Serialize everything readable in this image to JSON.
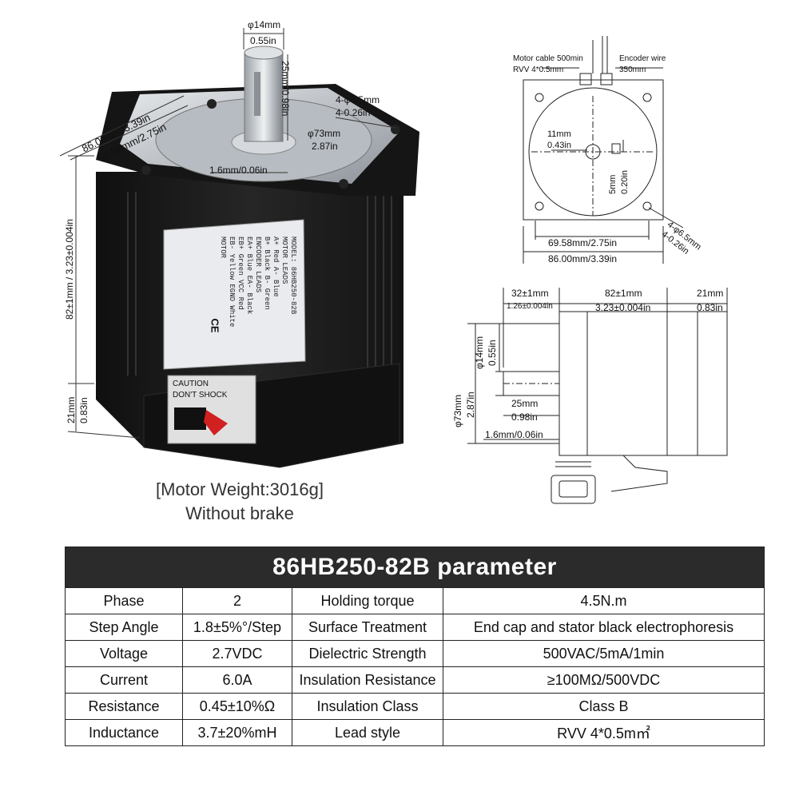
{
  "photo": {
    "dims": {
      "shaft_d_mm": "φ14mm",
      "shaft_d_in": "0.55in",
      "shaft_len": "25mm/0.98in",
      "holes_mm": "4-φ6.5mm",
      "holes_in": "4-0.26in",
      "flange_a": "86.00mm/3.39in",
      "flange_b": "69.58mm/2.75in",
      "pilot_mm": "φ73mm",
      "pilot_in": "2.87in",
      "boss": "1.6mm/0.06in",
      "body_len": "82±1mm / 3.23±0.004in",
      "rear_mm": "21mm",
      "rear_in": "0.83in"
    },
    "label_lines": [
      "MODEL: 86HB250-82B",
      "MOTOR LEADS",
      "A+ Red    A- Blue",
      "B+ Black  B- Green",
      "ENCODER LEADS",
      "EA+ Blue  EA- Black",
      "EB+ Green VCC Red",
      "EB- Yellow EGND White",
      "MOTOR"
    ],
    "ce_mark": "CE",
    "caution": [
      "CAUTION",
      "DON'T SHOCK"
    ]
  },
  "caption": {
    "line1": "[Motor Weight:3016g]",
    "line2": "Without brake"
  },
  "front_view": {
    "motor_cable_1": "Motor cable 500min",
    "motor_cable_2": "RVV 4*0.5mm",
    "encoder_1": "Encoder wire",
    "encoder_2": "350mm",
    "key_mm": "11mm",
    "key_in": "0.43in",
    "flat_mm": "5mm",
    "flat_in": "0.20in",
    "holes_mm": "4-φ6.5mm",
    "holes_in": "4-0.26in",
    "width_inner": "69.58mm/2.75in",
    "width_outer": "86.00mm/3.39in"
  },
  "side_view": {
    "front_len_mm": "32±1mm",
    "front_len_in": "1.26±0.004in",
    "body_mm": "82±1mm",
    "body_in": "3.23±0.004in",
    "rear_mm": "21mm",
    "rear_in": "0.83in",
    "shaft_d_mm": "φ14mm",
    "shaft_d_in": "0.55in",
    "pilot_mm": "φ73mm",
    "pilot_in": "2.87in",
    "shaft_len_mm": "25mm",
    "shaft_len_in": "0.98in",
    "boss": "1.6mm/0.06in"
  },
  "table": {
    "title": "86HB250-82B parameter",
    "rows": [
      [
        "Phase",
        "2",
        "Holding torque",
        "4.5N.m"
      ],
      [
        "Step Angle",
        "1.8±5%°/Step",
        "Surface Treatment",
        "End cap and stator black electrophoresis"
      ],
      [
        "Voltage",
        "2.7VDC",
        "Dielectric Strength",
        "500VAC/5mA/1min"
      ],
      [
        "Current",
        "6.0A",
        "Insulation Resistance",
        "≥100MΩ/500VDC"
      ],
      [
        "Resistance",
        "0.45±10%Ω",
        "Insulation Class",
        "Class B"
      ],
      [
        "Inductance",
        "3.7±20%mH",
        "Lead style",
        "RVV 4*0.5m㎡"
      ]
    ]
  },
  "colors": {
    "motor_body": "#1a1a1a",
    "flange": "#c9cdd2",
    "table_header": "#2b2b2b",
    "caution_arrow": "#d12020"
  }
}
